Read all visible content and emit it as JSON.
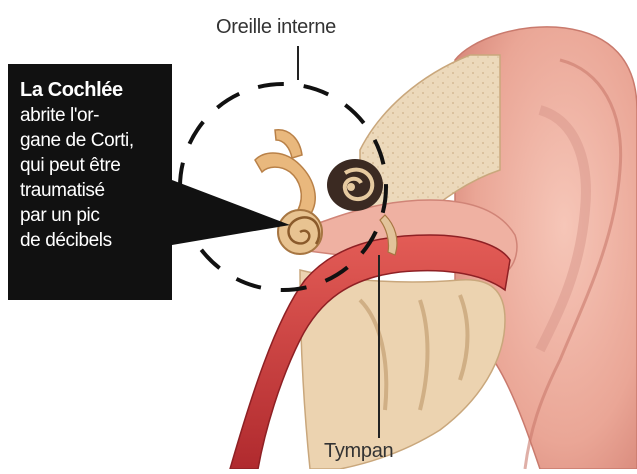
{
  "labels": {
    "inner_ear": "Oreille interne",
    "eardrum": "Tympan"
  },
  "callout": {
    "title": "La Cochlée",
    "lines": [
      "abrite l'or-",
      "gane de Corti,",
      "qui peut être",
      "traumatisé",
      "par un pic",
      "de décibels"
    ]
  },
  "colors": {
    "skin": "#f0b3a4",
    "skin_dark": "#d9877a",
    "canal": "#c93a3a",
    "bone": "#e9d4b4",
    "bone_dark": "#c9a77c",
    "callout_bg": "#111111",
    "line": "#222222"
  }
}
